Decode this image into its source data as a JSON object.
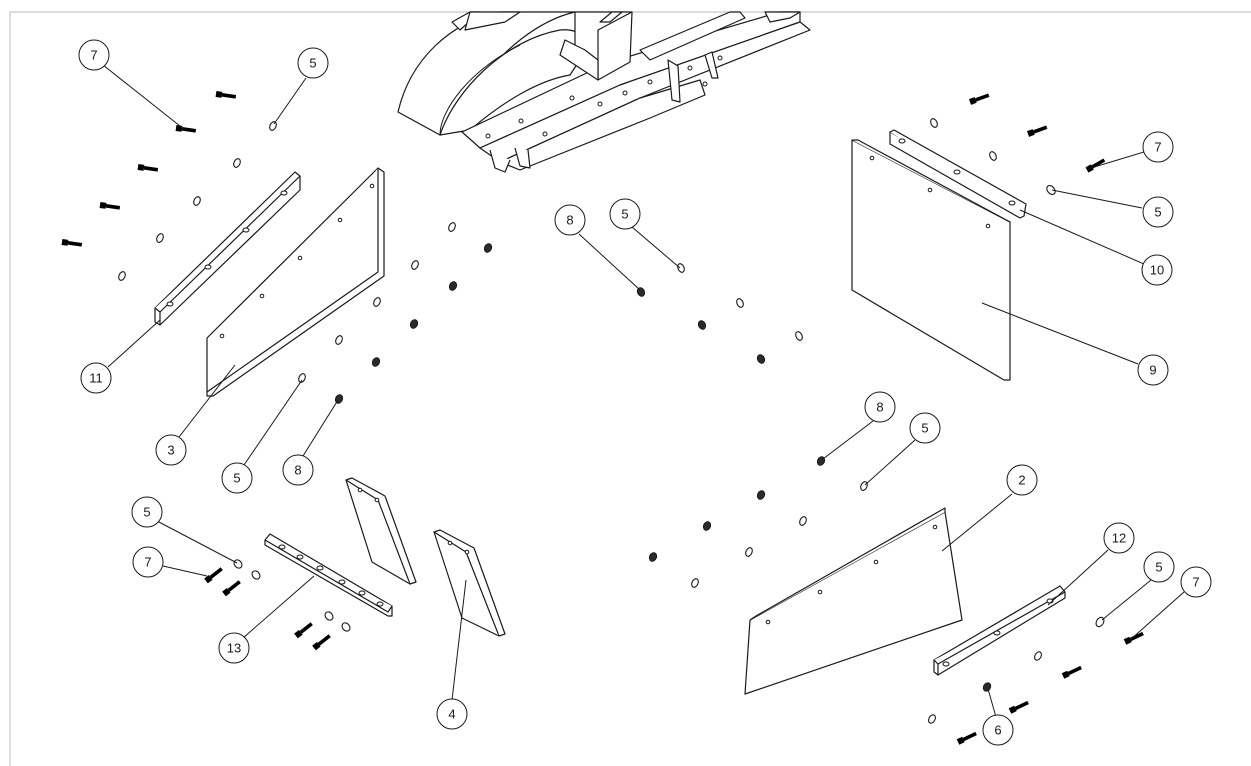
{
  "diagram": {
    "type": "exploded-assembly-drawing",
    "balloons": [
      {
        "id": "b7-top",
        "label": "7"
      },
      {
        "id": "b5-top",
        "label": "5"
      },
      {
        "id": "b7-right",
        "label": "7"
      },
      {
        "id": "b5-right",
        "label": "5"
      },
      {
        "id": "b10",
        "label": "10"
      },
      {
        "id": "b9",
        "label": "9"
      },
      {
        "id": "b11",
        "label": "11"
      },
      {
        "id": "b3",
        "label": "3"
      },
      {
        "id": "b5-left",
        "label": "5"
      },
      {
        "id": "b8-left",
        "label": "8"
      },
      {
        "id": "b8-center",
        "label": "8"
      },
      {
        "id": "b5-center",
        "label": "5"
      },
      {
        "id": "b8-mid",
        "label": "8"
      },
      {
        "id": "b5-mid",
        "label": "5"
      },
      {
        "id": "b2",
        "label": "2"
      },
      {
        "id": "b12",
        "label": "12"
      },
      {
        "id": "b5-br",
        "label": "5"
      },
      {
        "id": "b7-br",
        "label": "7"
      },
      {
        "id": "b6",
        "label": "6"
      },
      {
        "id": "b5-bl",
        "label": "5"
      },
      {
        "id": "b7-bl",
        "label": "7"
      },
      {
        "id": "b13",
        "label": "13"
      },
      {
        "id": "b4",
        "label": "4"
      }
    ]
  }
}
